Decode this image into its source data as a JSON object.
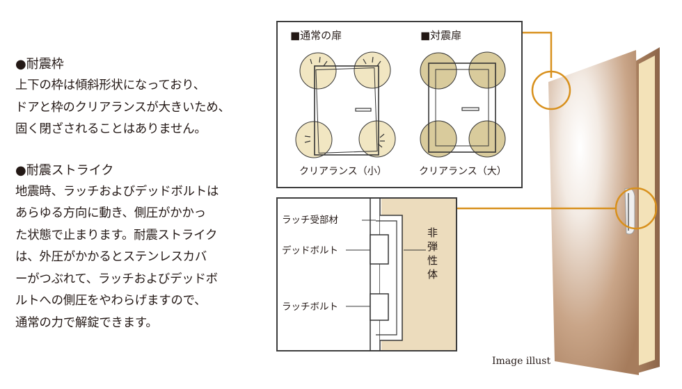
{
  "section1": {
    "heading": "●耐震枠",
    "lines": [
      "上下の枠は傾斜形状になっており、",
      "ドアと枠のクリアランスが大きいため、",
      "固く閉ざされることはありません。"
    ]
  },
  "section2": {
    "heading": "●耐震ストライク",
    "lines": [
      "地震時、ラッチおよびデッドボルトは",
      "あらゆる方向に動き、側圧がかかっ",
      "た状態で止まります。耐震ストライク",
      "は、外圧がかかるとステンレスカバ",
      "ーがつぶれて、ラッチおよびデッドボ",
      "ルトへの側圧をやわらげますので、",
      "通常の力で解錠できます。"
    ]
  },
  "frame_diagram": {
    "normal_door_label": "■通常の扉",
    "quake_door_label": "■対震扉",
    "normal_clearance_label": "クリアランス（小）",
    "quake_clearance_label": "クリアランス（大）"
  },
  "strike_diagram": {
    "latch_receiver_label": "ラッチ受部材",
    "deadbolt_label": "デッドボルト",
    "latchbolt_label": "ラッチボルト",
    "non_elastic_label": "非弾性体"
  },
  "illust_caption": "Image illust",
  "colors": {
    "accent_orange": "#d8901c",
    "circle_fill": "#f1e6c2",
    "circle_fill_quake": "#d9cb9c",
    "strike_tan": "#ecdcbd",
    "door_brown": "#b68a68"
  }
}
